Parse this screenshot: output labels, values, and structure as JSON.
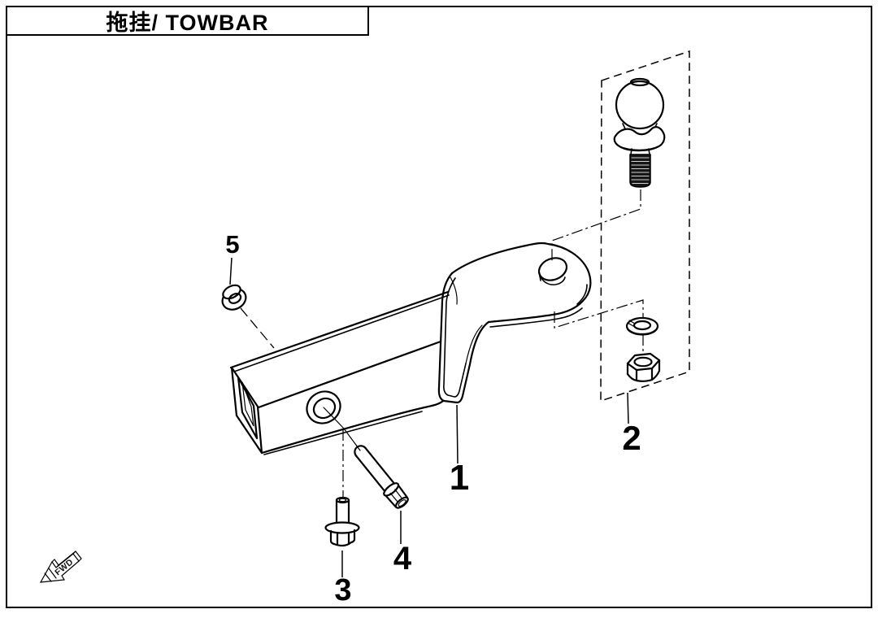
{
  "header": {
    "title": "拖挂/ TOWBAR"
  },
  "diagram": {
    "callouts": [
      {
        "id": 1,
        "label": "1"
      },
      {
        "id": 2,
        "label": "2"
      },
      {
        "id": 3,
        "label": "3"
      },
      {
        "id": 4,
        "label": "4"
      },
      {
        "id": 5,
        "label": "5"
      }
    ],
    "direction_label": "FWD"
  },
  "colors": {
    "line": "#000000",
    "background": "#ffffff",
    "thread_fill": "#161616"
  }
}
